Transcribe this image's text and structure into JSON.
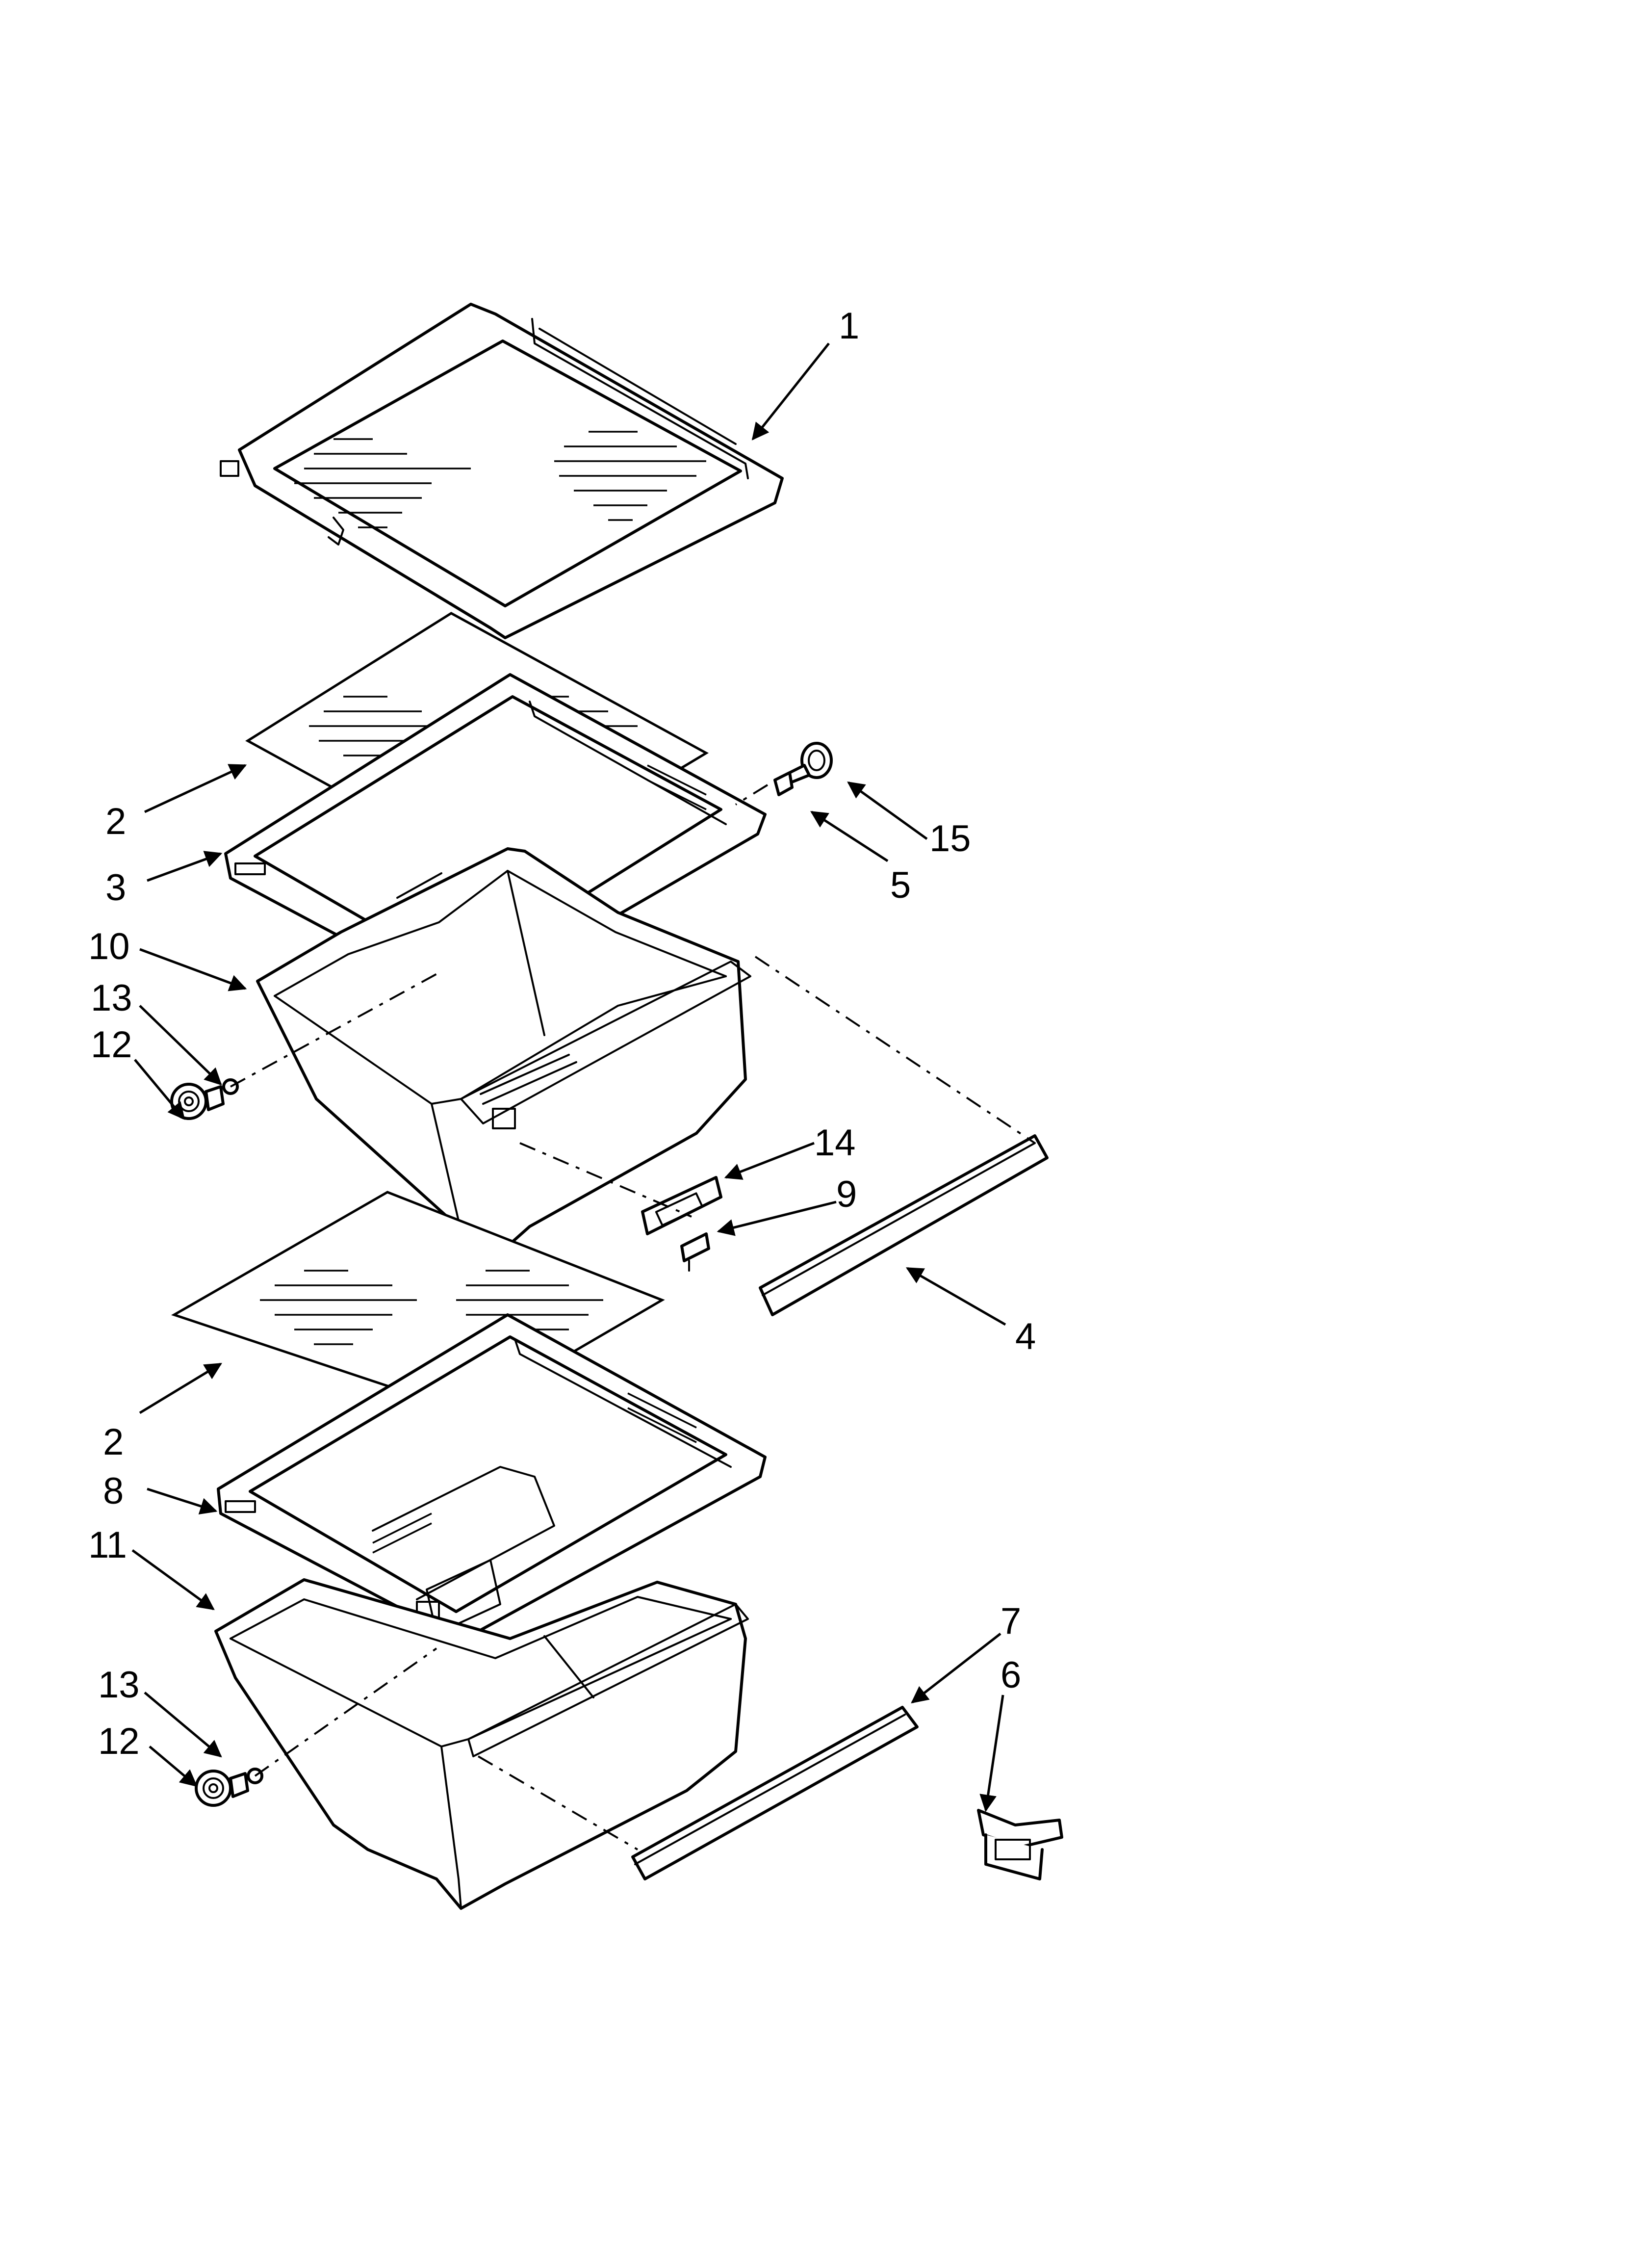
{
  "callouts": {
    "c1": "1",
    "c2_upper": "2",
    "c2_lower": "2",
    "c3": "3",
    "c4": "4",
    "c5": "5",
    "c6": "6",
    "c7": "7",
    "c8": "8",
    "c9": "9",
    "c10": "10",
    "c11": "11",
    "c12_upper": "12",
    "c12_lower": "12",
    "c13_upper": "13",
    "c13_lower": "13",
    "c14": "14",
    "c15": "15"
  }
}
